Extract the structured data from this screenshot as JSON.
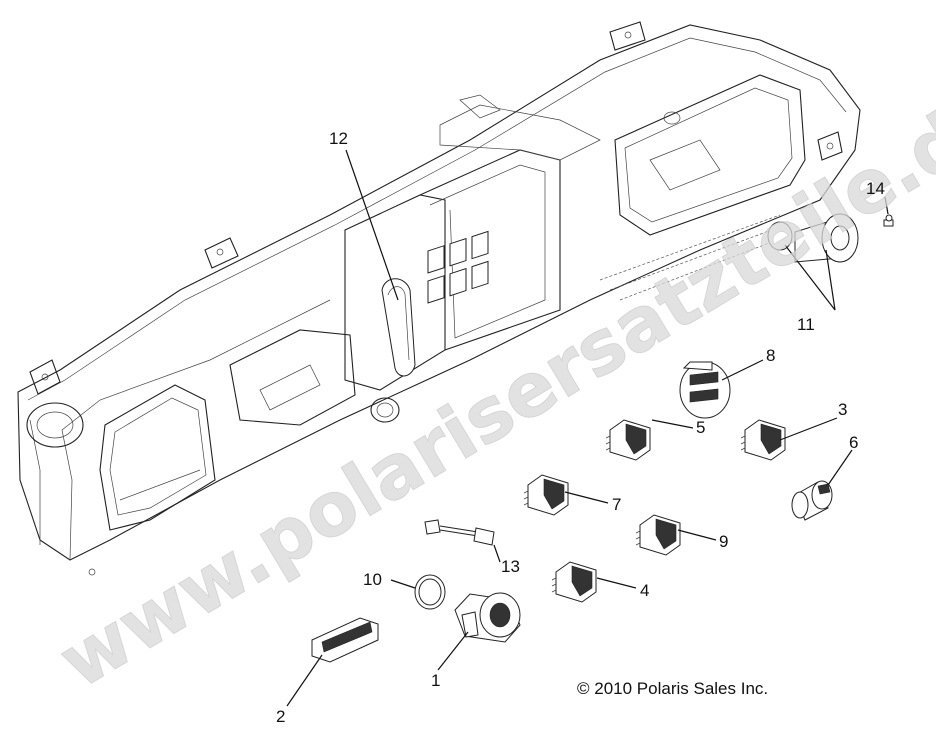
{
  "callouts": {
    "c1": "1",
    "c2": "2",
    "c3": "3",
    "c4": "4",
    "c5": "5",
    "c6": "6",
    "c7": "7",
    "c8": "8",
    "c9": "9",
    "c10": "10",
    "c11": "11",
    "c12": "12",
    "c13": "13",
    "c14": "14"
  },
  "copyright": "© 2010 Polaris Sales Inc.",
  "watermark": "www.polarisersatzteile.de",
  "icons": [
    "dashboard-panel",
    "rocker-switch",
    "ignition-switch",
    "power-outlet",
    "usb-charger",
    "wire-harness",
    "o-ring",
    "grommet",
    "screw",
    "indicator-light"
  ]
}
